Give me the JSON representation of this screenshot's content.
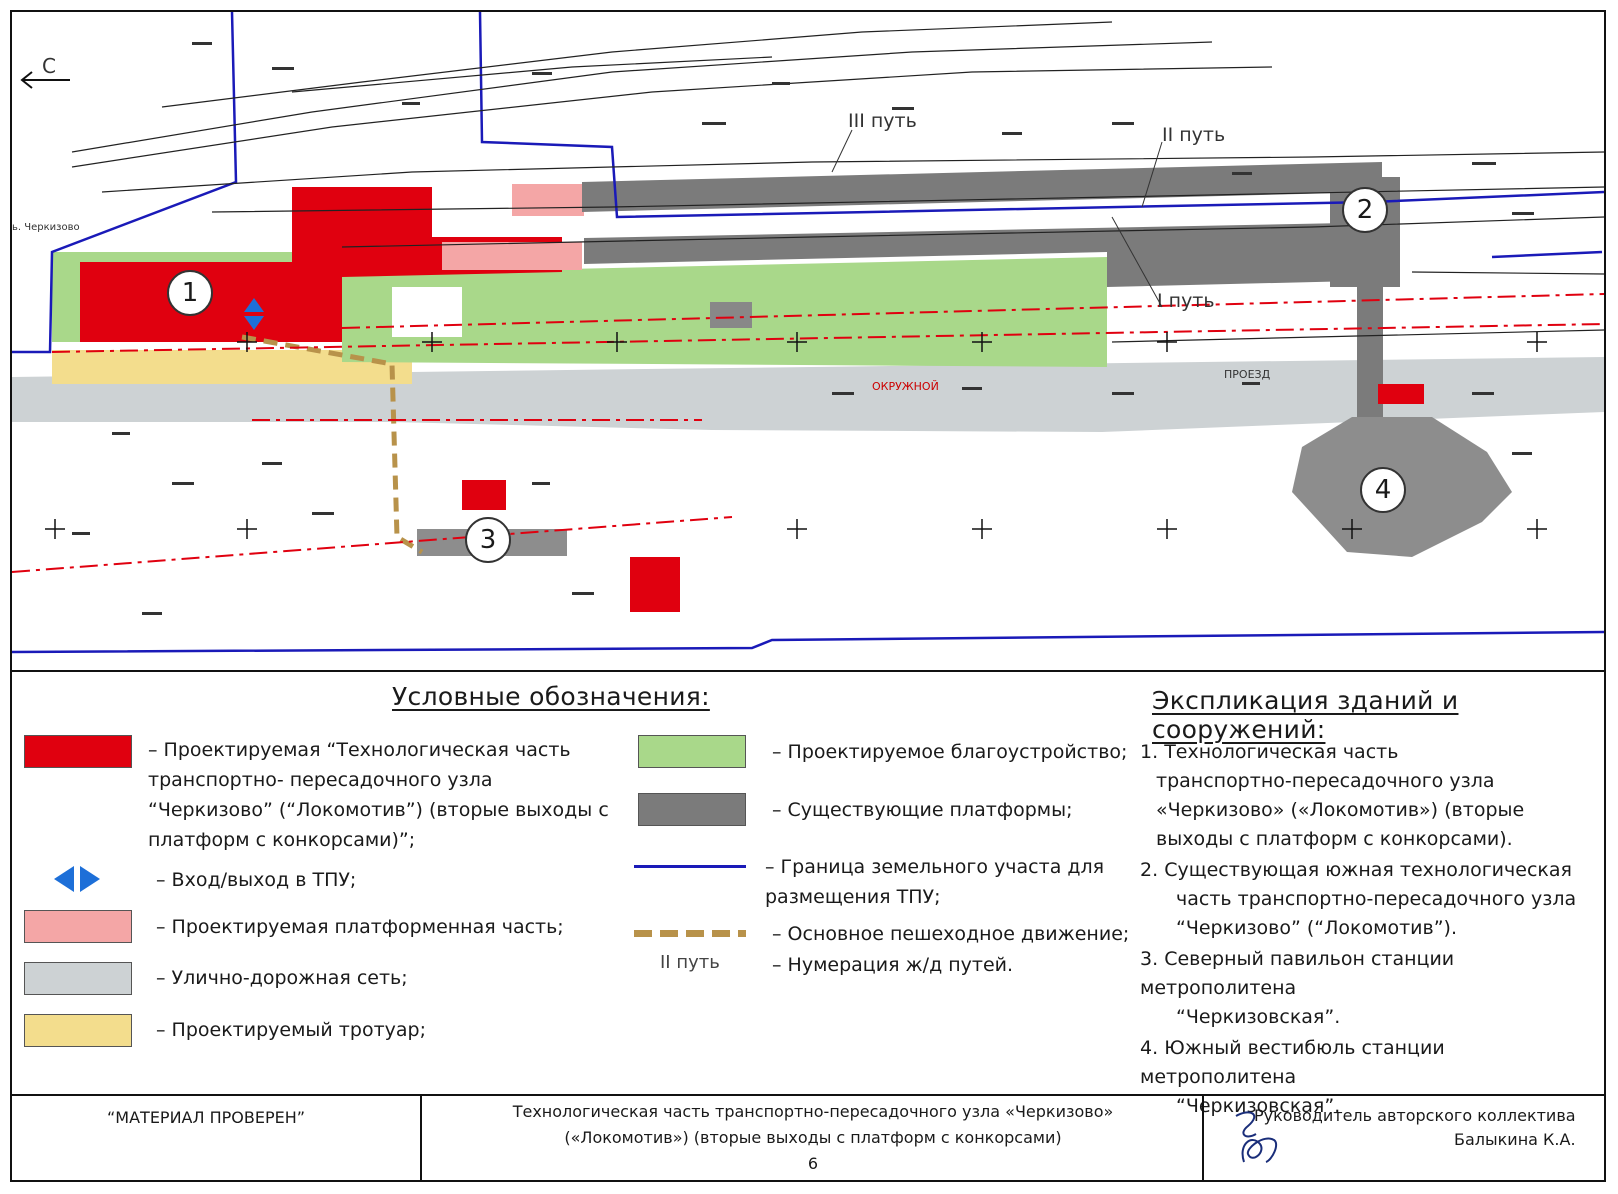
{
  "map": {
    "north_label": "С",
    "track_labels": [
      "III путь",
      "II путь",
      "I путь"
    ],
    "street_label": "ПРОЕЗД",
    "street_label_2": "ОКРУЖНОЙ",
    "left_edge_label": "ь. Черкизово",
    "markers": [
      {
        "num": "1"
      },
      {
        "num": "2"
      },
      {
        "num": "3"
      },
      {
        "num": "4"
      }
    ]
  },
  "legend": {
    "title": "Условные обозначения:",
    "items_left": [
      {
        "color": "#e0000f",
        "text": "– Проектируемая “Технологическая часть транспортно- пересадочного узла “Черкизово” (“Локомотив”) (вторые выходы с платформ с конкорсами)”;"
      },
      {
        "color": "#1d6fd8",
        "text": "– Вход/выход в ТПУ;"
      },
      {
        "color": "#f4a6a6",
        "text": "– Проектируемая платформенная часть;"
      },
      {
        "color": "#cdd2d4",
        "text": "– Улично-дорожная сеть;"
      },
      {
        "color": "#f3dd8d",
        "text": "– Проектируемый тротуар;"
      }
    ],
    "items_right": [
      {
        "color": "#a9d88a",
        "text": "– Проектируемое благоустройство;"
      },
      {
        "color": "#7b7b7b",
        "text": "– Существующие платформы;"
      },
      {
        "color": "#1a1ab8",
        "text": "– Граница земельного участа для размещения ТПУ;"
      },
      {
        "color": "#b8924a",
        "text": "– Основное пешеходное движение;"
      },
      {
        "color": "#333333",
        "sample": "II путь",
        "text": "– Нумерация ж/д путей."
      }
    ]
  },
  "explication": {
    "title": "Экспликация зданий и сооружений:",
    "items": [
      {
        "num": "1.",
        "first": "Технологическая часть",
        "rest": "транспортно-пересадочного узла «Черкизово» («Локомотив») (вторые выходы с платформ с конкорсами)."
      },
      {
        "num": "2.",
        "first": "Существующая южная технологическая",
        "rest": "часть транспортно-пересадочного узла “Черкизово” (“Локомотив”)."
      },
      {
        "num": "3.",
        "first": "Северный павильон станции метрополитена",
        "rest": "“Черкизовская”."
      },
      {
        "num": "4.",
        "first": "Южный вестибюль станции метрополитена",
        "rest": "“Черкизовская”."
      }
    ]
  },
  "title_block": {
    "checked": "“МАТЕРИАЛ ПРОВЕРЕН”",
    "title_line1": "Технологическая часть транспортно-пересадочного узла «Черкизово»",
    "title_line2": "(«Локомотив») (вторые выходы с платформ с конкорсами)",
    "page": "6",
    "role": "Руководитель авторского коллектива",
    "author": "Балыкина К.А."
  }
}
